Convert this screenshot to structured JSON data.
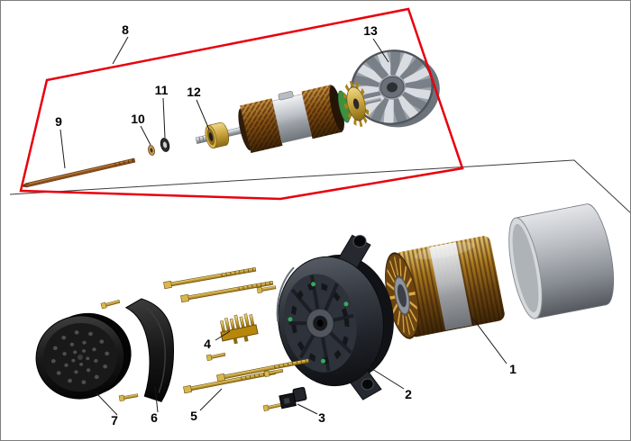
{
  "figure": {
    "type": "exploded-view-diagram",
    "background_color": "#ffffff",
    "highlight_color": "#e8000d",
    "leader_line_color": "#1a1a1a",
    "part_labels": [
      {
        "text": "1"
      },
      {
        "text": "2"
      },
      {
        "text": "3"
      },
      {
        "text": "4"
      },
      {
        "text": "5"
      },
      {
        "text": "6"
      },
      {
        "text": "7"
      },
      {
        "text": "8"
      },
      {
        "text": "9"
      },
      {
        "text": "10"
      },
      {
        "text": "11"
      },
      {
        "text": "12"
      },
      {
        "text": "13"
      }
    ]
  }
}
